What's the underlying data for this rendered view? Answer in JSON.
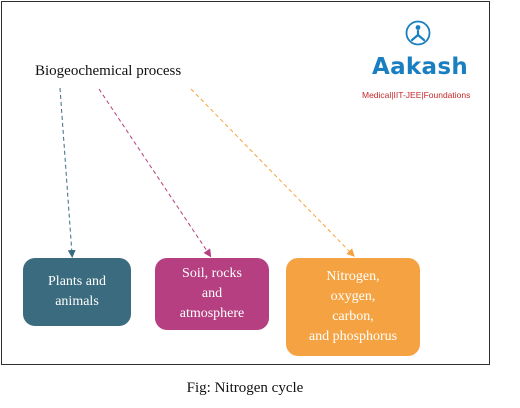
{
  "diagram": {
    "title": "Biogeochemical process",
    "boxes": [
      {
        "lines": [
          "Plants and",
          "animals"
        ],
        "color": "#3a6b7e"
      },
      {
        "lines": [
          "Soil, rocks",
          "and",
          "atmosphere"
        ],
        "color": "#b53f80"
      },
      {
        "lines": [
          "Nitrogen,",
          "oxygen,",
          "carbon,",
          "and phosphorus"
        ],
        "color": "#f5a342"
      }
    ],
    "arrow_colors": [
      "#3a6b7e",
      "#b53f80",
      "#f5a342"
    ]
  },
  "logo": {
    "name": "Aakash",
    "tagline": "Medical|IIT-JEE|Foundations",
    "color": "#1a7fc1",
    "tagline_color": "#c62828"
  },
  "caption": "Fig: Nitrogen cycle"
}
